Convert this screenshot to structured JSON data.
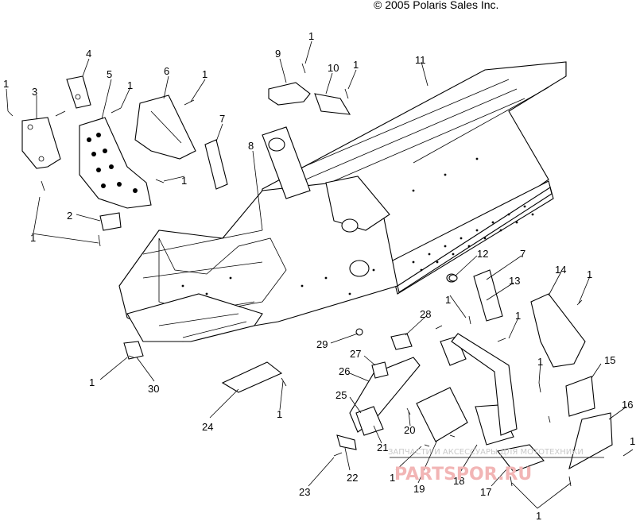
{
  "copyright": "© 2005 Polaris Sales Inc.",
  "watermark": {
    "line1": "ЗАПЧАСТИ И АКСЕССУАРЫ ДЛЯ МОТОТЕХНИКИ",
    "line2": "PARTSPOR.RU"
  },
  "callouts": [
    {
      "id": "c1a",
      "text": "1"
    },
    {
      "id": "c3",
      "text": "3"
    },
    {
      "id": "c4",
      "text": "4"
    },
    {
      "id": "c5",
      "text": "5"
    },
    {
      "id": "c1b",
      "text": "1"
    },
    {
      "id": "c6",
      "text": "6"
    },
    {
      "id": "c1c",
      "text": "1"
    },
    {
      "id": "c7a",
      "text": "7"
    },
    {
      "id": "c1d",
      "text": "1"
    },
    {
      "id": "c9",
      "text": "9"
    },
    {
      "id": "c1e",
      "text": "1"
    },
    {
      "id": "c10",
      "text": "10"
    },
    {
      "id": "c1f",
      "text": "1"
    },
    {
      "id": "c11",
      "text": "11"
    },
    {
      "id": "c8",
      "text": "8"
    },
    {
      "id": "c2",
      "text": "2"
    },
    {
      "id": "c1g",
      "text": "1"
    },
    {
      "id": "c12",
      "text": "12"
    },
    {
      "id": "c7b",
      "text": "7"
    },
    {
      "id": "c13",
      "text": "13"
    },
    {
      "id": "c14",
      "text": "14"
    },
    {
      "id": "c1h",
      "text": "1"
    },
    {
      "id": "c28",
      "text": "28"
    },
    {
      "id": "c1i",
      "text": "1"
    },
    {
      "id": "c1j",
      "text": "1"
    },
    {
      "id": "c29",
      "text": "29"
    },
    {
      "id": "c27",
      "text": "27"
    },
    {
      "id": "c1k",
      "text": "1"
    },
    {
      "id": "c15",
      "text": "15"
    },
    {
      "id": "c26",
      "text": "26"
    },
    {
      "id": "c25",
      "text": "25"
    },
    {
      "id": "c16",
      "text": "16"
    },
    {
      "id": "c1l",
      "text": "1"
    },
    {
      "id": "c30",
      "text": "30"
    },
    {
      "id": "c24",
      "text": "24"
    },
    {
      "id": "c1m",
      "text": "1"
    },
    {
      "id": "c20",
      "text": "20"
    },
    {
      "id": "c21",
      "text": "21"
    },
    {
      "id": "c1n",
      "text": "1"
    },
    {
      "id": "c19",
      "text": "19"
    },
    {
      "id": "c18",
      "text": "18"
    },
    {
      "id": "c17",
      "text": "17"
    },
    {
      "id": "c23",
      "text": "23"
    },
    {
      "id": "c22",
      "text": "22"
    },
    {
      "id": "c1o",
      "text": "1"
    },
    {
      "id": "c1p",
      "text": "1"
    }
  ]
}
